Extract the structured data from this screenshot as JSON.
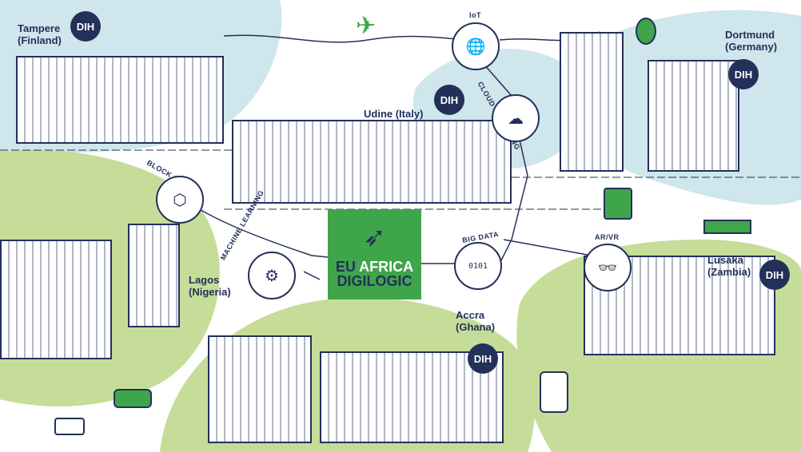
{
  "logo": {
    "line1_a": "EU",
    "line1_b": "AFRICA",
    "line2": "DIGILOGIC"
  },
  "cities": {
    "tampere": "Tampere (Finland)",
    "udine": "Udine (Italy)",
    "dortmund": "Dortmund (Germany)",
    "lagos": "Lagos (Nigeria)",
    "accra": "Accra (Ghana)",
    "lusaka": "Lusaka (Zambia)"
  },
  "dih_label": "DIH",
  "tech": {
    "iot": "IoT",
    "cloud": "CLOUD COMPUTING",
    "blockchain": "BLOCK CHAIN",
    "ml": "MACHINE LEARNING",
    "bigdata": "BIG DATA",
    "arvr": "AR/VR"
  },
  "colors": {
    "green": "#3fa54a",
    "navy": "#23305a",
    "lightblue": "#cfe6ec",
    "lightgreen": "#c5dd98"
  }
}
